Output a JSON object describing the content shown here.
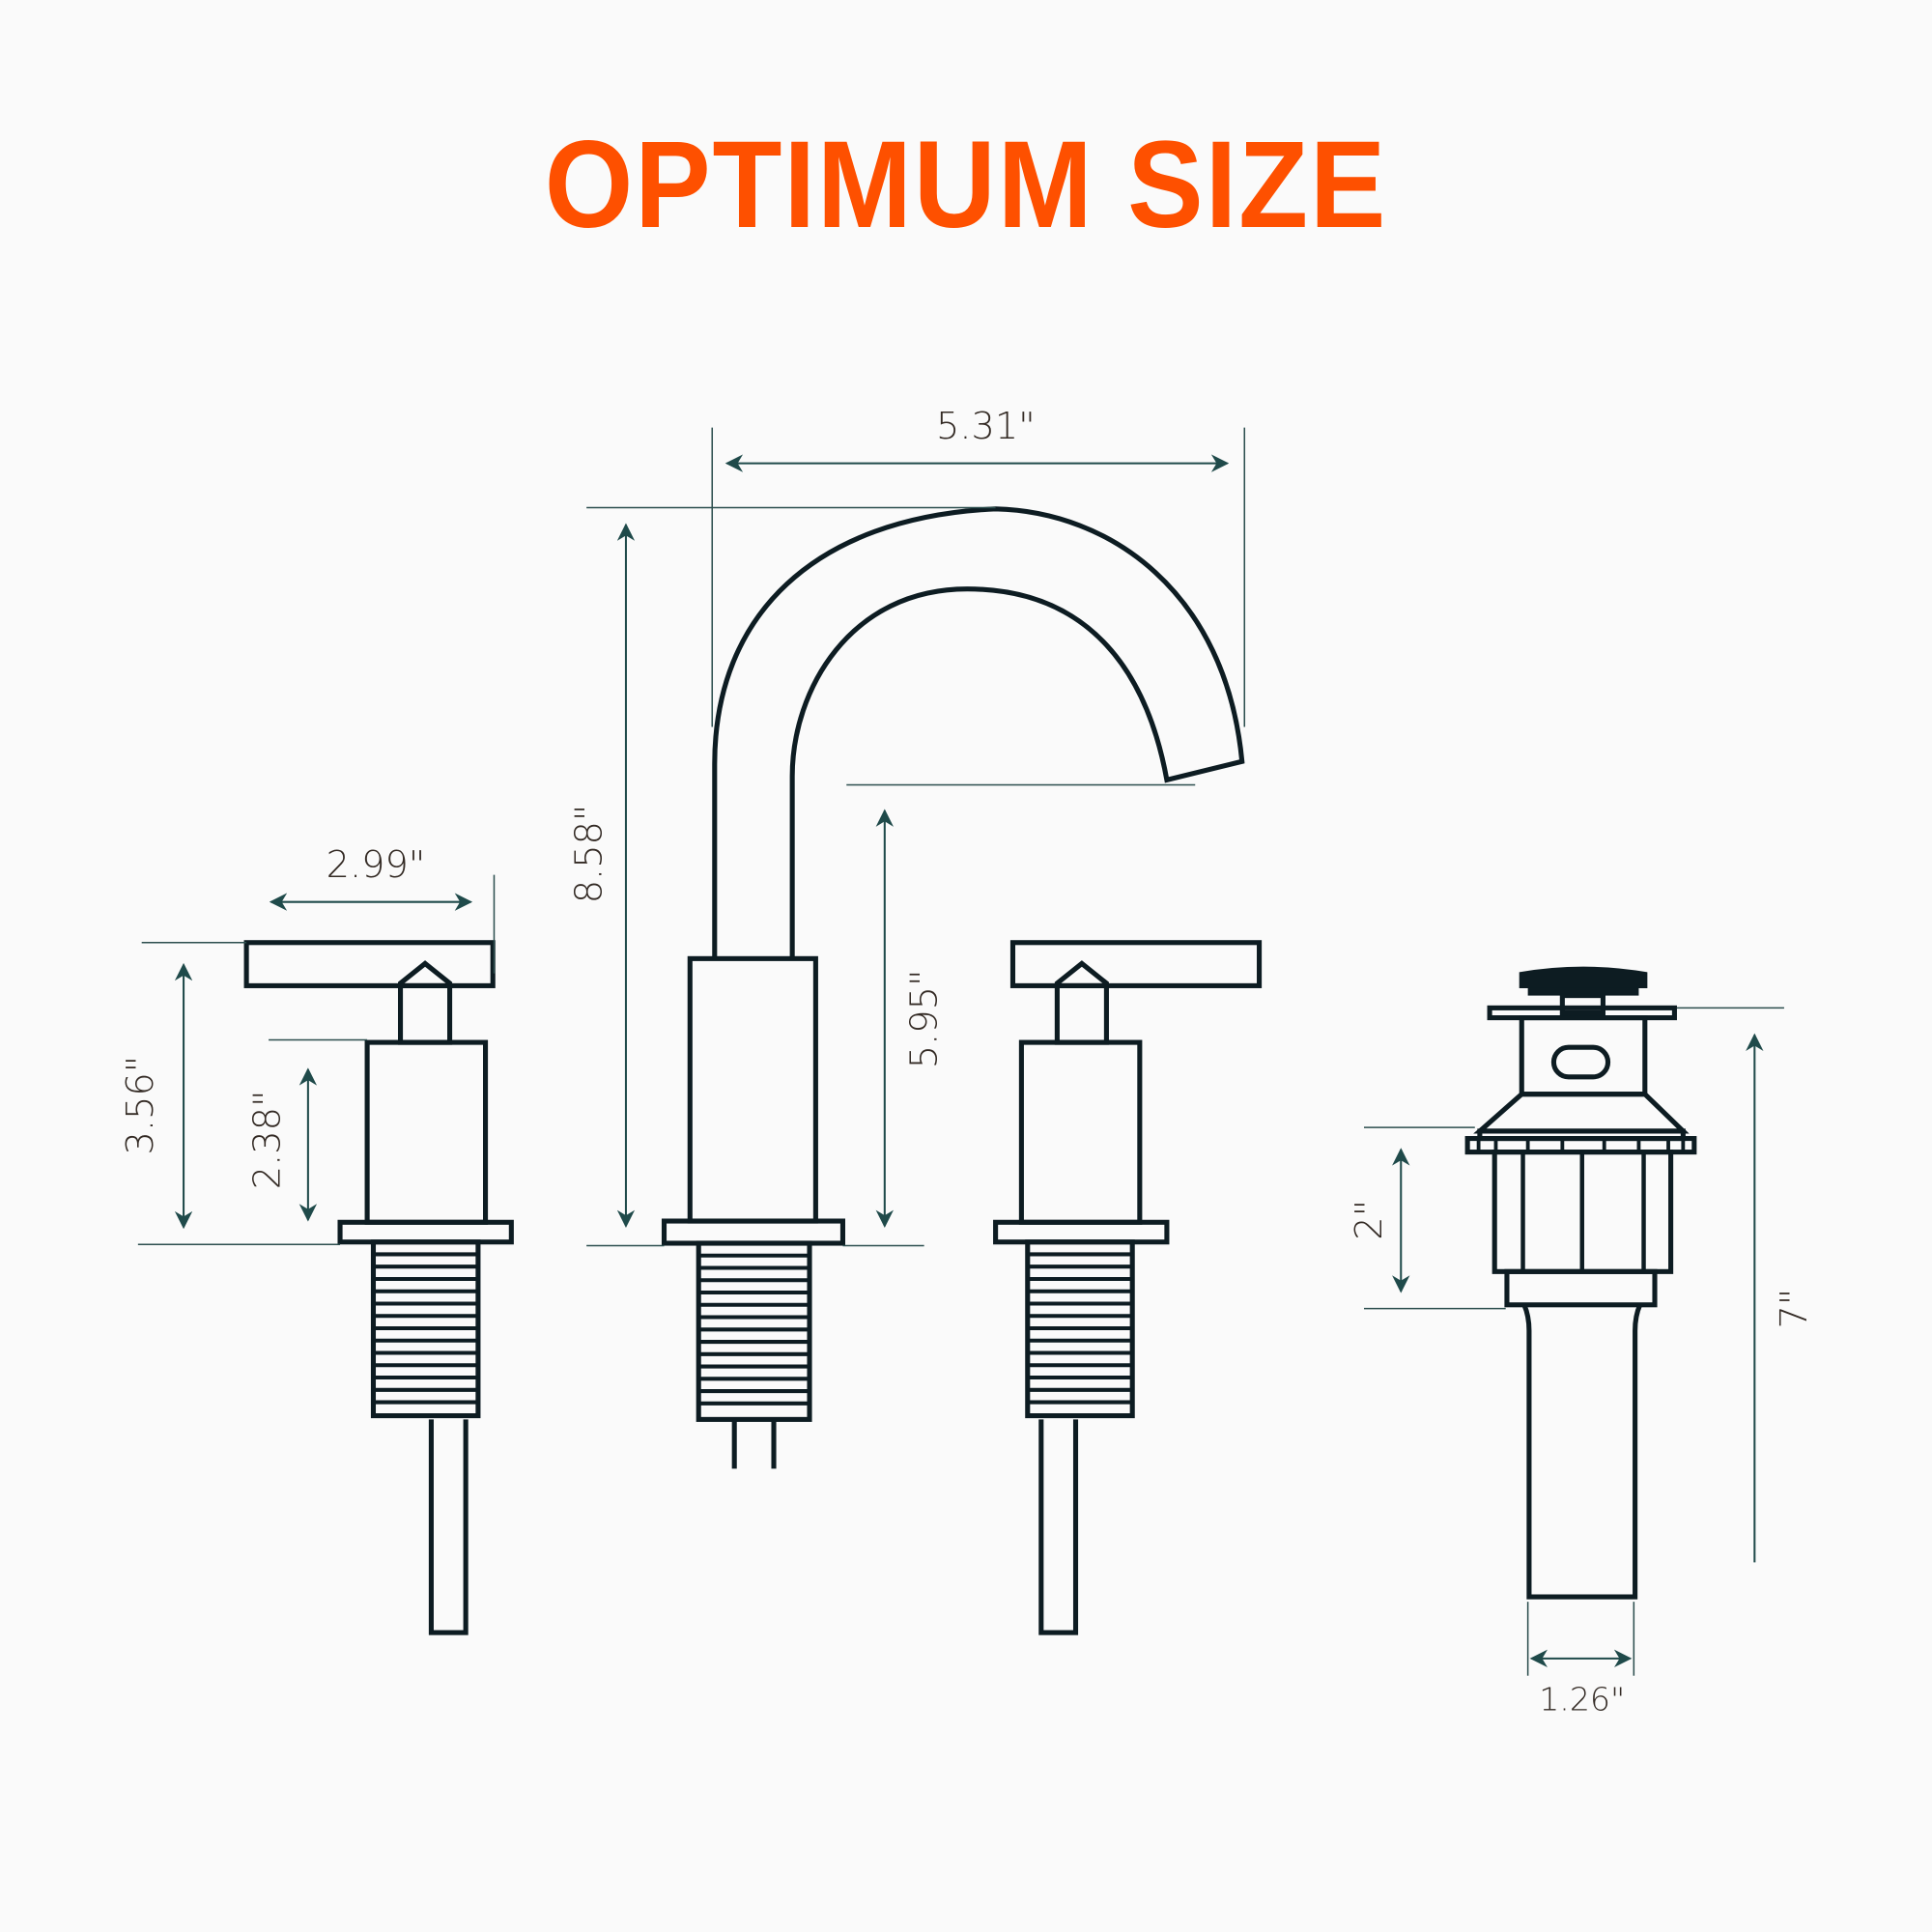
{
  "title": "OPTIMUM SIZE",
  "colors": {
    "title": "#fe5000",
    "line": "#0d1c22",
    "dimension": "#1f4a4a",
    "label": "#332a24",
    "background": "#fafafa"
  },
  "dimensions": {
    "spout_reach": "5.31\"",
    "spout_height": "8.58\"",
    "spout_clearance": "5.95\"",
    "handle_length": "2.99\"",
    "handle_height": "3.56\"",
    "handle_body_height": "2.38\"",
    "drain_body_height": "2\"",
    "drain_total_height": "7\"",
    "drain_tailpiece_diameter": "1.26\""
  },
  "components": [
    {
      "name": "Left handle valve"
    },
    {
      "name": "Spout"
    },
    {
      "name": "Right handle valve"
    },
    {
      "name": "Pop-up drain"
    }
  ]
}
